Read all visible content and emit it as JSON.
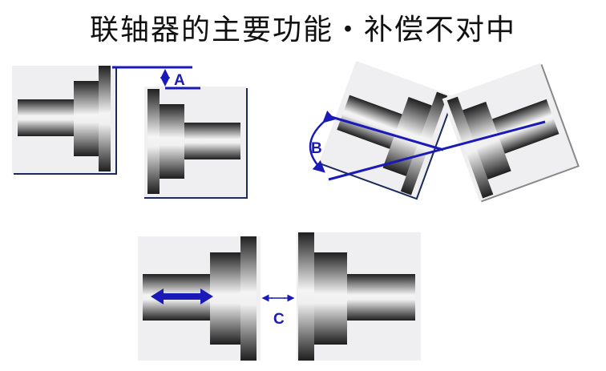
{
  "title": "联轴器的主要功能・补偿不对中",
  "diagrams": [
    {
      "id": "parallel-offset",
      "label": "A"
    },
    {
      "id": "angular-misalignment",
      "label": "B"
    },
    {
      "id": "axial-displacement",
      "label": "C"
    }
  ],
  "colors": {
    "annotation": "#1a1ab8",
    "panel_bg": "#efeff1",
    "edge_line": "#1a2a5a"
  }
}
